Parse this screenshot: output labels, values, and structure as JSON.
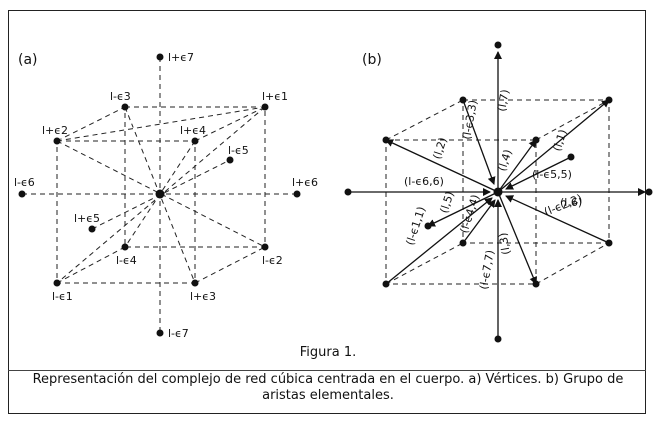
{
  "figure": {
    "panel_a_label": "(a)",
    "panel_b_label": "(b)",
    "title": "Figura 1.",
    "caption": "Representación del complejo de red cúbica centrada en el cuerpo. a) Vértices. b) Grupo de aristas elementales."
  },
  "panel_a": {
    "vertex_labels": {
      "top": "l+ϵ7",
      "bottom": "l-ϵ7",
      "left": "l-ϵ6",
      "right": "l+ϵ6",
      "back_top_left": "l-ϵ3",
      "back_top_right": "l+ϵ1",
      "front_top_left": "l+ϵ2",
      "inner_top": "l+ϵ4",
      "inner_right": "l-ϵ5",
      "inner_left": "l+ϵ5",
      "back_bottom_left": "l-ϵ4",
      "back_bottom_right": "l-ϵ2",
      "front_bottom_left": "l-ϵ1",
      "front_bottom_right": "l+ϵ3"
    }
  },
  "panel_b": {
    "edge_labels": {
      "up_axis": "(l,7)",
      "down_axis": "(l-ϵ7,7)",
      "left_axis": "(l-ϵ6,6)",
      "right_axis": "(l,6)",
      "e3": "(l-ϵ3,3)",
      "e2": "(l,2)",
      "e4": "(l,4)",
      "e1": "(l,1)",
      "e5a": "(l-ϵ5,5)",
      "e5b": "(l,5)",
      "e1b": "(l-ϵ1,1)",
      "e4b": "(l-ϵ4,4)",
      "e3b": "(l,3)",
      "e2b": "(l-ϵ2,2)"
    }
  }
}
